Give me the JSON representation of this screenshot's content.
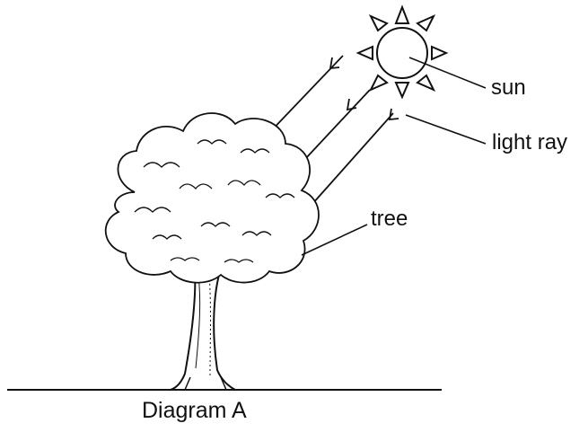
{
  "labels": {
    "sun": "sun",
    "light_ray": "light ray",
    "tree": "tree"
  },
  "caption": "Diagram A",
  "colors": {
    "ink": "#111111",
    "background": "#ffffff"
  }
}
